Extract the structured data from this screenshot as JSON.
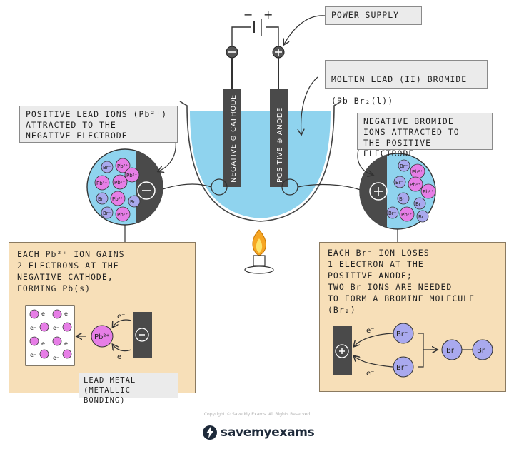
{
  "labels": {
    "power_supply": "POWER SUPPLY",
    "molten_line1": "MOLTEN LEAD (II) BROMIDE",
    "molten_line2": "(Pb Br₂(l))",
    "positive_ions": "POSITIVE LEAD IONS (Pb²⁺)\nATTRACTED TO THE\nNEGATIVE ELECTRODE",
    "negative_ions": "NEGATIVE BROMIDE\nIONS ATTRACTED TO\nTHE POSITIVE ELECTRODE",
    "lead_metal": "LEAD METAL\n(METALLIC BONDING)",
    "cathode": "NEGATIVE ⊖ CATHODE",
    "anode": "POSITIVE ⊕ ANODE",
    "minus_sign": "−",
    "plus_sign": "+"
  },
  "panels": {
    "left_text": "EACH Pb²⁺ ION GAINS\n2 ELECTRONS AT THE\nNEGATIVE CATHODE,\nFORMING Pb(s)",
    "right_text": "EACH Br⁻ ION LOSES\n1 ELECTRON AT THE\nPOSITIVE ANODE;\nTWO Br IONS ARE NEEDED\nTO FORM A BROMINE MOLECULE\n(Br₂)"
  },
  "ions": {
    "pb": "Pb²⁺",
    "br": "Br⁻",
    "br_atom": "Br",
    "electron": "e⁻"
  },
  "footer": {
    "copyright": "Copyright © Save My Exams. All Rights Reserved",
    "brand": "savemyexams"
  },
  "colors": {
    "liquid": "#8fd3ee",
    "panel": "#f7dfb8",
    "pb_ion": "#e67ee6",
    "br_ion": "#a9a9ee",
    "electrode": "#4a4a4a"
  }
}
